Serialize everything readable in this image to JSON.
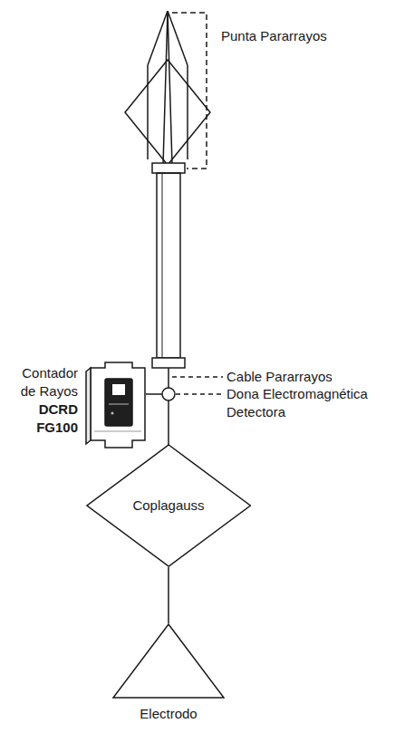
{
  "diagram": {
    "nodes": [
      {
        "text": [
          "Coplagauss"
        ]
      },
      {
        "text": [
          "Electrodo"
        ]
      }
    ],
    "edges": [
      {
        "from": 0,
        "to": 1,
        "arrow": "none"
      }
    ],
    "labels": [
      "Punta Pararrayos",
      "Cable Pararrayos",
      "Dona Electromagnética Detectora",
      "Contador de Rayos",
      "DCRD FG100"
    ]
  }
}
